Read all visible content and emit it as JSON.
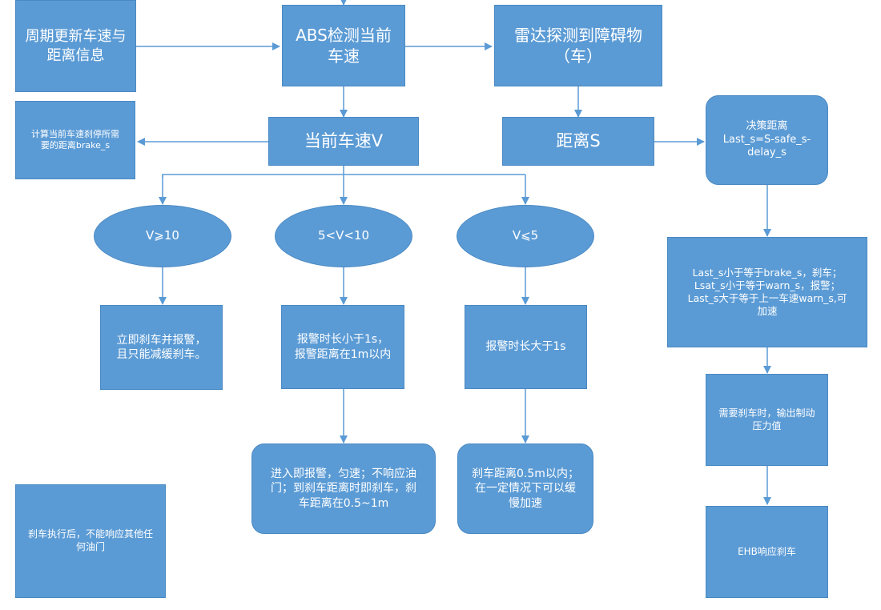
{
  "nodes": {
    "update": "周期更新车速与\n距离信息",
    "abs": "ABS检测当前\n车速",
    "radar": "雷达探测到障碍物\n（车）",
    "brake_calc": "计算当前车速刹停所需\n要的距离brake_s",
    "speed": "当前车速V",
    "distance": "距离S",
    "decision": "决策距离\nLast_s=S-safe_s-\ndelay_s",
    "cond_high": "V⩾10",
    "cond_mid": "5<V<10",
    "cond_low": "V⩽5",
    "rule": "Last_s小于等于brake_s，刹车；\nLsat_s小于等于warn_s，报警；\nLast_s大于等于上一车速warn_s,可\n加速",
    "action_high": "立即刹车并报警，\n且只能减缓刹车。",
    "action_mid": "报警时长小于1s，\n报警距离在1m以内",
    "action_low": "报警时长大于1s",
    "output": "需要刹车时，输出制动\n压力值",
    "detail_mid": "进入即报警，匀速；不响应油\n门；到刹车距离时即刹车，刹\n车距离在0.5~1m",
    "detail_low": "刹车距离0.5m以内；\n在一定情况下可以缓\n慢加速",
    "after_brake": "刹车执行后，不能响应其他任\n何油门",
    "ehb": "EHB响应刹车"
  },
  "colors": {
    "fill": "#5b9bd5",
    "stroke": "#4a89c2",
    "text": "#ffffff",
    "line": "#5b9bd5"
  }
}
